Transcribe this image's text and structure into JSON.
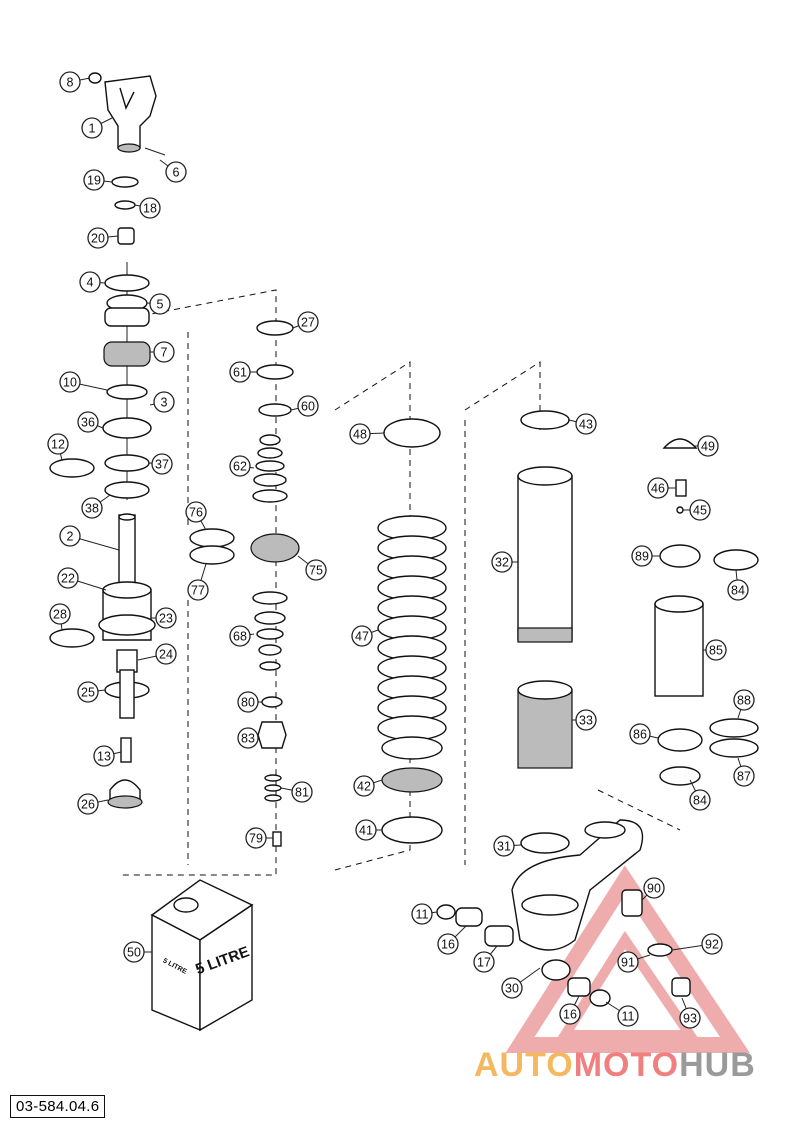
{
  "diagram": {
    "document_code": "03-584.04.6",
    "brand": {
      "part1": "AUTO",
      "part2": "MOTO",
      "part3": "HUB"
    },
    "oil_can_label": "5 LITRE",
    "callouts": {
      "c8": "8",
      "c1": "1",
      "c6": "6",
      "c19": "19",
      "c18": "18",
      "c20": "20",
      "c4": "4",
      "c5": "5",
      "c7": "7",
      "c10": "10",
      "c3": "3",
      "c36": "36",
      "c12": "12",
      "c37": "37",
      "c38": "38",
      "c2": "2",
      "c22": "22",
      "c28": "28",
      "c23": "23",
      "c24": "24",
      "c25": "25",
      "c13": "13",
      "c26": "26",
      "c27": "27",
      "c61": "61",
      "c60": "60",
      "c62": "62",
      "c76": "76",
      "c77": "77",
      "c75": "75",
      "c68": "68",
      "c80": "80",
      "c83": "83",
      "c81": "81",
      "c79": "79",
      "c48": "48",
      "c47": "47",
      "c42": "42",
      "c41": "41",
      "c43": "43",
      "c32": "32",
      "c33": "33",
      "c31": "31",
      "c49": "49",
      "c46": "46",
      "c45": "45",
      "c89": "89",
      "c84a": "84",
      "c85": "85",
      "c88": "88",
      "c86": "86",
      "c87": "87",
      "c84b": "84",
      "c90": "90",
      "c92": "92",
      "c91": "91",
      "c93": "93",
      "c11a": "11",
      "c16a": "16",
      "c17": "17",
      "c30": "30",
      "c16b": "16",
      "c11b": "11",
      "c50": "50"
    }
  }
}
